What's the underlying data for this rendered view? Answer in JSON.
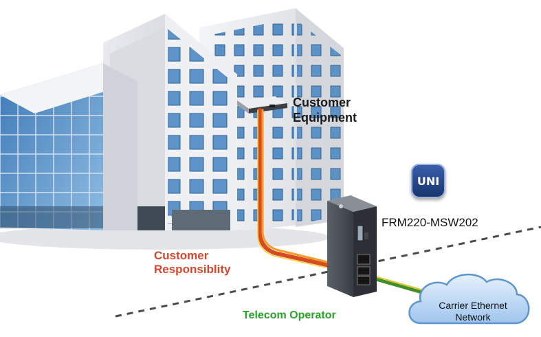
{
  "labels": {
    "customer_equipment_line1": "Customer",
    "customer_equipment_line2": "Equipment",
    "customer_responsibility_line1": "Customer",
    "customer_responsibility_line2": "Responsiblity",
    "telecom_operator": "Telecom Operator",
    "device_model": "FRM220-MSW202",
    "uni_badge": "UNI",
    "cloud_line1": "Carrier Ethernet",
    "cloud_line2": "Network"
  },
  "colors": {
    "customer_side_cable": "#f08a1c",
    "operator_side_cable": "#5aa832",
    "responsibility_text": "#d9452c",
    "telecom_text": "#2aa12a",
    "building_glass": "#4f8fc7",
    "cloud_fill": "#bcd8f5"
  },
  "icons": {
    "building": "office-building-icon",
    "switch": "network-switch-icon",
    "media_converter": "media-converter-icon",
    "cloud": "cloud-icon",
    "uni": "uni-badge-icon"
  }
}
